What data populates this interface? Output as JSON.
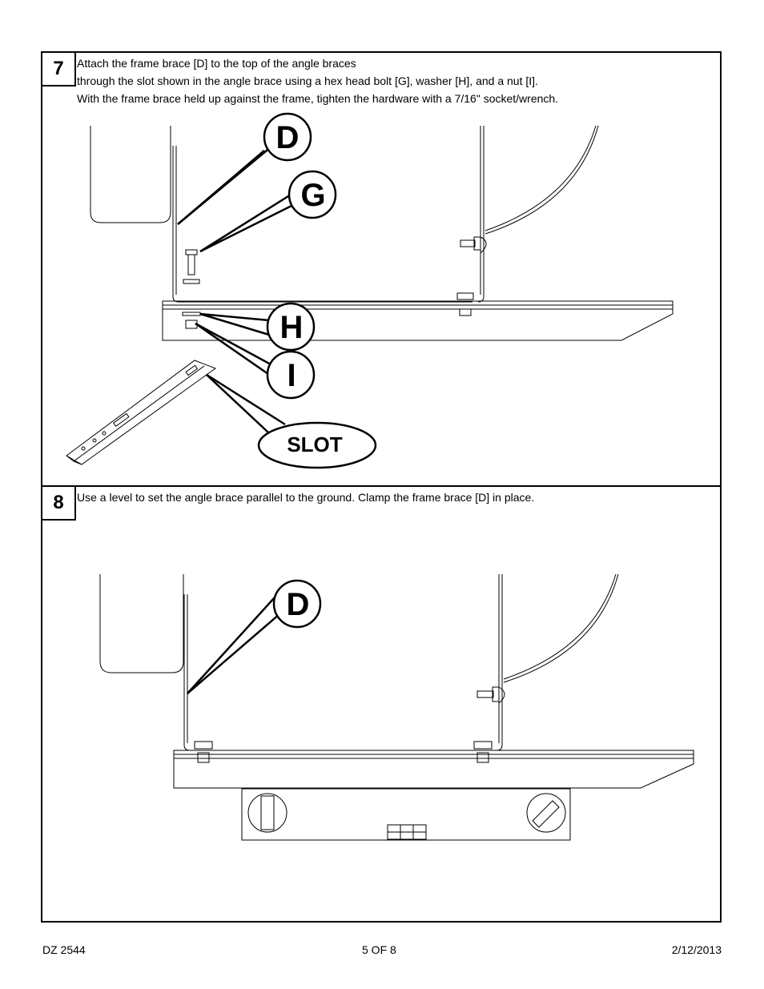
{
  "steps": [
    {
      "number": "7",
      "lines": [
        "Attach the frame brace [D] to the top of the angle braces",
        "through the slot shown in the angle brace using a hex head bolt [G], washer [H], and a nut [I].",
        "With the frame brace held up against the frame, tighten the hardware with a 7/16\" socket/wrench."
      ],
      "callouts": [
        "D",
        "G",
        "H",
        "I",
        "SLOT"
      ]
    },
    {
      "number": "8",
      "lines": [
        "Use a level to set the angle brace parallel to the ground.  Clamp the frame brace [D] in place."
      ],
      "callouts": [
        "D"
      ]
    }
  ],
  "footer": {
    "doc_id": "DZ 2544",
    "page": "5 OF 8",
    "date": "2/12/2013"
  }
}
